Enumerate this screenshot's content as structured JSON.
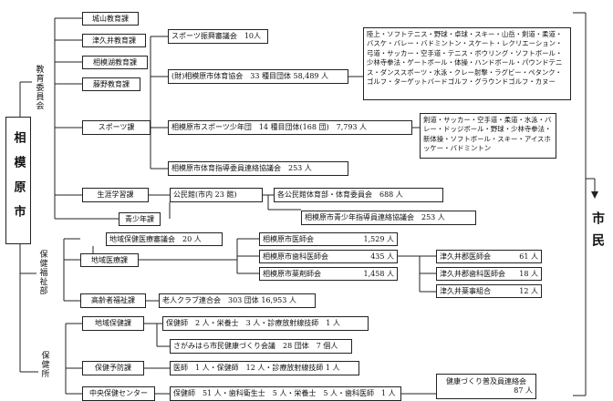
{
  "root": "相模原市",
  "citizens": "市民",
  "groups": {
    "education": "教育委員会",
    "health_welfare": "保健福祉部",
    "health_center": "保健所"
  },
  "education": {
    "shiroyama": "城山教育課",
    "tsukui": "津久井教育課",
    "sagamiko": "相模湖教育課",
    "fujino": "藤野教育課",
    "sports_div": "スポーツ課",
    "lifelong": "生涯学習課",
    "youth": "青少年課"
  },
  "sports": {
    "council": "スポーツ振興審議会　10人",
    "association": "(財)相模原市体育協会　33 種目団体 58,489 人",
    "association_events": "陸上・ソフトテニス・野球・卓球・スキー・山岳・剣道・柔道・バスケ・バレー・バドミントン・スケート・レクリエーション・弓道・サッカー・空手道・テニス・ボウリング・ソフトボール・少林寺拳法・ゲートボール・体操・ハンドボール・パウンドテニス・ダンススポーツ・水泳・クレー射撃・ラグビー・ペタンク・ゴルフ・ターゲットバードゴルフ・グラウンドゴルフ・カヌー",
    "youth_club": "相模原市スポーツ少年団　14 種目団体(168 団)　7,793 人",
    "youth_club_events": "剣道・サッカー・空手道・柔道・水泳・バレー・ドッジボール・野球・少林寺拳法・新体操・ソフトボール・スキー・アイスホッケー・バドミントン",
    "instructors": "相模原市体育指導委員連絡協議会　253 人"
  },
  "lifelong_items": {
    "kominkan": "公民館(市内 23 館)",
    "kominkan_committee": "各公民館体育部・体育委員会　688 人",
    "youth_instructors": "相模原市青少年指導員連絡協議会　253 人"
  },
  "welfare": {
    "regional_council": "地域保健医療審議会　20 人",
    "regional_medical": "地域医療課",
    "doctors": "相模原市医師会",
    "doctors_count": "1,529 人",
    "dentists": "相模原市歯科医師会",
    "dentists_count": "435 人",
    "pharmacists": "相模原市薬剤師会",
    "pharmacists_count": "1,458 人",
    "t_doctors": "津久井郡医師会",
    "t_doctors_count": "61 人",
    "t_dentists": "津久井郡歯科医師会",
    "t_dentists_count": "18 人",
    "t_pharm": "津久井薬事組合",
    "t_pharm_count": "12 人",
    "elderly_div": "高齢者福祉課",
    "elderly_club": "老人クラブ連合会　303 団体 16,953 人"
  },
  "health": {
    "regional_health": "地域保健課",
    "regional_staff": "保健師　2 人・栄養士　3 人・診療放射線技師　1 人",
    "sagamihara_health": "さがみはら市民健康づくり会議　28 団体　7 個人",
    "prevention": "保健予防課",
    "prevention_staff": "医師　1 人・保健師　12 人・診療放射線技師 1 人",
    "central_center": "中央保健センター",
    "central_staff": "保健師　51 人・歯科衛生士　5 人・栄養士　5 人・歯科医師　1 人",
    "promoters": "健康づくり普及員連絡会",
    "promoters_count": "87 人"
  }
}
